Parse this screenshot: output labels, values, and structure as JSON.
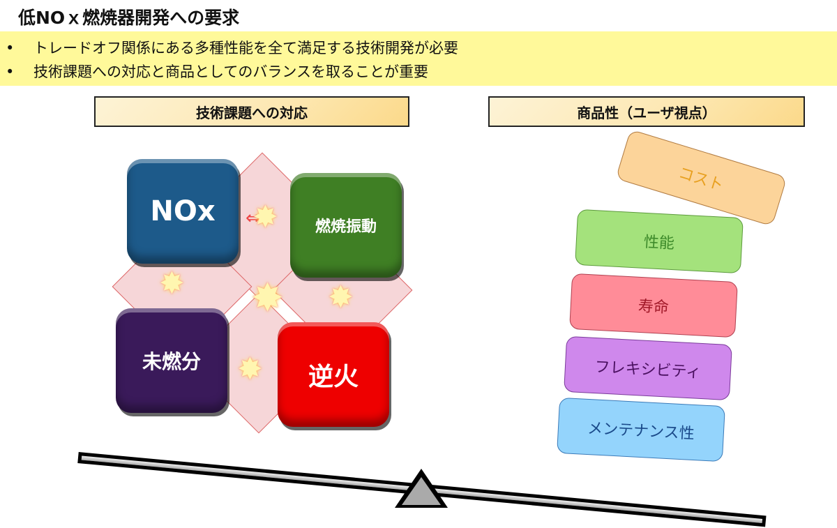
{
  "title": "低NOｘ燃焼器開発への要求",
  "bullets": [
    {
      "marker": "•",
      "text": "トレードオフ関係にある多種性能を全て満足する技術開発が必要"
    },
    {
      "marker": "•",
      "text": "技術課題への対応と商品としてのバランスを取ることが重要"
    }
  ],
  "left_panel": {
    "header": "技術課題への対応",
    "tiles": [
      {
        "label": "NOx",
        "color": "#1d5a8a"
      },
      {
        "label": "燃焼振動",
        "color": "#3f7f24"
      },
      {
        "label": "未燃分",
        "color": "#3a1a5a"
      },
      {
        "label": "逆火",
        "color": "#ee0000"
      }
    ]
  },
  "right_panel": {
    "header": "商品性（ユーザ視点）",
    "cards": [
      {
        "label": "コスト",
        "bg": "#fcd49a",
        "border": "#b07a40",
        "text_color": "#e8a020"
      },
      {
        "label": "性能",
        "bg": "#a4e27c",
        "border": "#5c9a3c",
        "text_color": "#3d8a2a"
      },
      {
        "label": "寿命",
        "bg": "#ff8c98",
        "border": "#b04050",
        "text_color": "#a01828"
      },
      {
        "label": "フレキシビティ",
        "bg": "#cf88ec",
        "border": "#7a3a9a",
        "text_color": "#4a1060"
      },
      {
        "label": "メンテナンス性",
        "bg": "#94d4fc",
        "border": "#3a7ab8",
        "text_color": "#1a4a8a"
      }
    ]
  },
  "icons": {
    "conflict": "burst-icon",
    "scale": "balance-scale"
  }
}
